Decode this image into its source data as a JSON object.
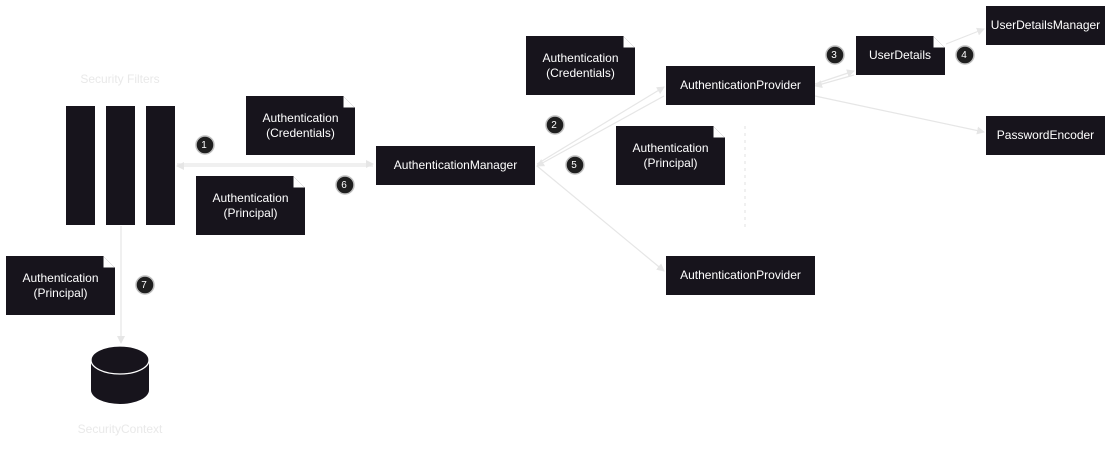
{
  "colors": {
    "box_fill": "#17141c",
    "box_text": "#ffffff",
    "arrow": "#e6e6e6",
    "faint_label": "#e9e9e9",
    "badge_fill": "#1f1f1f",
    "badge_stroke": "#bfbfbf"
  },
  "labels": {
    "security_filters": "Security Filters",
    "security_context": "SecurityContext"
  },
  "components": {
    "authentication_manager": "AuthenticationManager",
    "authentication_provider_top": "AuthenticationProvider",
    "authentication_provider_bottom": "AuthenticationProvider",
    "user_details_manager": "UserDetailsManager",
    "password_encoder": "PasswordEncoder"
  },
  "notes": {
    "credentials_left": {
      "line1": "Authentication",
      "line2": "(Credentials)"
    },
    "principal_left": {
      "line1": "Authentication",
      "line2": "(Principal)"
    },
    "credentials_right": {
      "line1": "Authentication",
      "line2": "(Credentials)"
    },
    "principal_right": {
      "line1": "Authentication",
      "line2": "(Principal)"
    },
    "principal_context": {
      "line1": "Authentication",
      "line2": "(Principal)"
    },
    "user_details": {
      "line1": "UserDetails"
    }
  },
  "steps": {
    "s1": "1",
    "s2": "2",
    "s3": "3",
    "s4": "4",
    "s5": "5",
    "s6": "6",
    "s7": "7"
  }
}
